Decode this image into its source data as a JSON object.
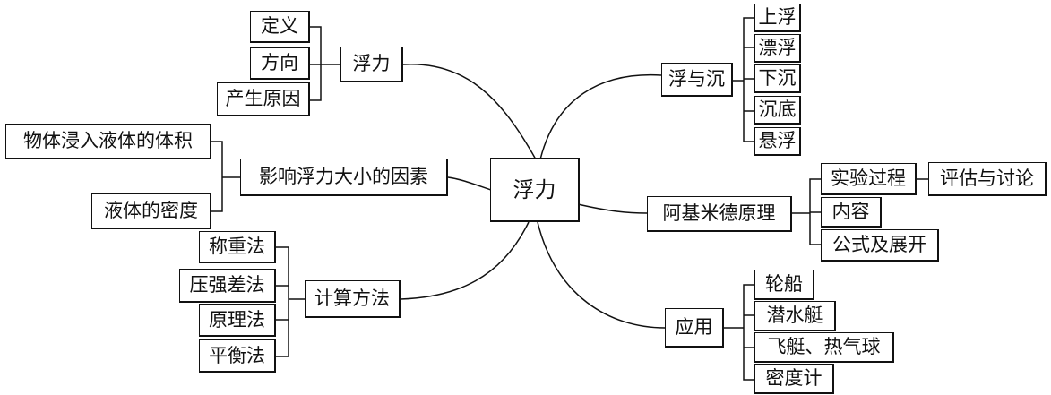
{
  "center": "浮力",
  "branches": {
    "fuli": {
      "label": "浮力",
      "children": [
        "定义",
        "方向",
        "产生原因"
      ]
    },
    "influence": {
      "label": "影响浮力大小的因素",
      "children": [
        "物体浸入液体的体积",
        "液体的密度"
      ]
    },
    "calc": {
      "label": "计算方法",
      "children": [
        "称重法",
        "压强差法",
        "原理法",
        "平衡法"
      ]
    },
    "sinkfloat": {
      "label": "浮与沉",
      "children": [
        "上浮",
        "漂浮",
        "下沉",
        "沉底",
        "悬浮"
      ]
    },
    "archimedes": {
      "label": "阿基米德原理",
      "children": [
        "实验过程",
        "内容",
        "公式及展开"
      ],
      "experiment_sub": "评估与讨论"
    },
    "application": {
      "label": "应用",
      "children": [
        "轮船",
        "潜水艇",
        "飞艇、热气球",
        "密度计"
      ]
    }
  }
}
